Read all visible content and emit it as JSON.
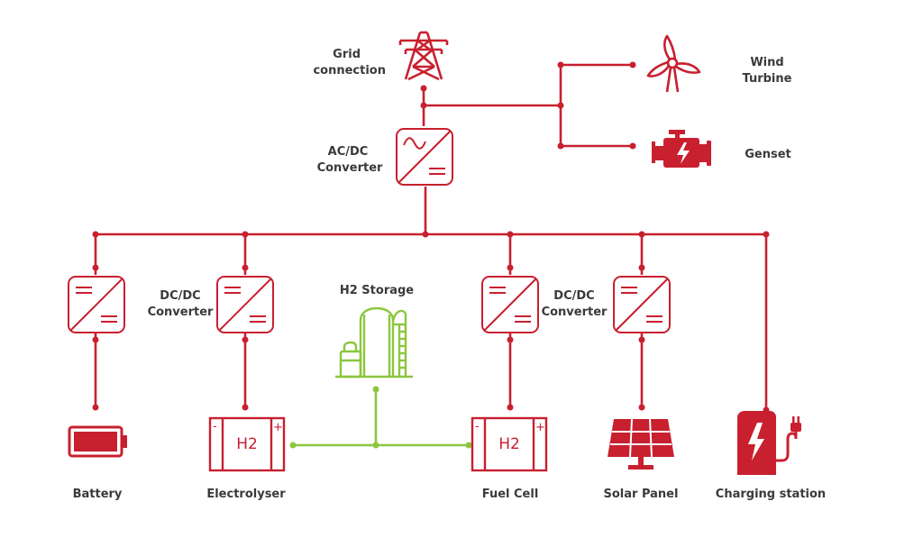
{
  "colors": {
    "network": "#c8202f",
    "hydrogen": "#8cc63f",
    "label": "#3a3a3a"
  },
  "labels": {
    "grid": [
      "Grid",
      "connection"
    ],
    "wind": [
      "Wind",
      "Turbine"
    ],
    "genset": "Genset",
    "acdc": [
      "AC/DC",
      "Converter"
    ],
    "dcdc_left": [
      "DC/DC",
      "Converter"
    ],
    "dcdc_right": [
      "DC/DC",
      "Converter"
    ],
    "h2_storage": "H2 Storage",
    "battery": "Battery",
    "electrolyser": "Electrolyser",
    "fuel_cell": "Fuel Cell",
    "solar_panel": "Solar Panel",
    "charging_station": "Charging station"
  },
  "cells": {
    "electrolyser_text": "H2",
    "fuel_cell_text": "H2",
    "minus": "-",
    "plus": "+"
  },
  "icons": {
    "grid": "transmission-tower-icon",
    "wind": "wind-turbine-icon",
    "genset": "engine-icon",
    "h2_storage": "storage-tanks-icon",
    "battery": "battery-icon",
    "solar_panel": "solar-panel-icon",
    "charging_station": "charging-station-icon"
  }
}
